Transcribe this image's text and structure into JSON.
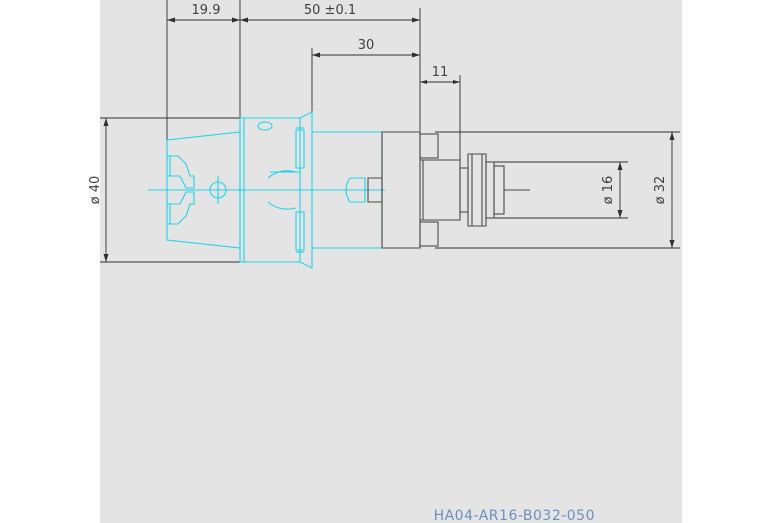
{
  "drawing": {
    "part_number": "HA04-AR16-B032-050",
    "dimensions": {
      "flange_length": "19.9",
      "overall_length": "50 ±0.1",
      "body_length": "30",
      "nose_length": "11",
      "shank_diameter": "ø 40",
      "bore_diameter": "ø 16",
      "outer_diameter": "ø 32"
    },
    "colors": {
      "background": "#ffffff",
      "drawing_area": "#e4e4e4",
      "holder_outline": "#1fd3e8",
      "adapter_outline": "#4a4a4a",
      "part_number_text": "#6a8fc0"
    }
  }
}
